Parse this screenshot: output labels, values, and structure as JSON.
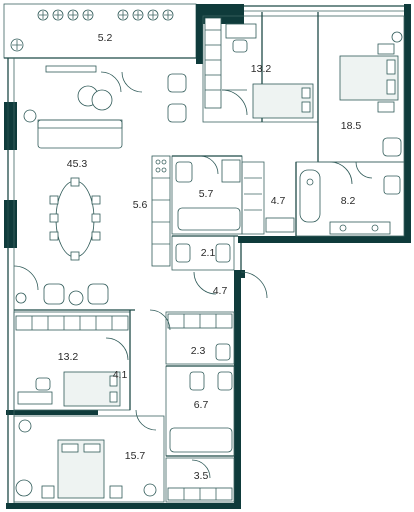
{
  "plan": {
    "rooms": [
      {
        "id": "terrace",
        "area": "5.2"
      },
      {
        "id": "bedroom-top-left",
        "area": "13.2"
      },
      {
        "id": "master-bedroom",
        "area": "18.5"
      },
      {
        "id": "living-kitchen",
        "area": "45.3"
      },
      {
        "id": "hall",
        "area": "5.6"
      },
      {
        "id": "bathroom-a",
        "area": "5.7"
      },
      {
        "id": "dressing-top",
        "area": "4.7"
      },
      {
        "id": "master-bath",
        "area": "8.2"
      },
      {
        "id": "wc-a",
        "area": "2.1"
      },
      {
        "id": "corridor",
        "area": "4.7"
      },
      {
        "id": "bedroom-mid",
        "area": "13.2"
      },
      {
        "id": "wc-b",
        "area": "2.3"
      },
      {
        "id": "closet",
        "area": "4.1"
      },
      {
        "id": "bathroom-b",
        "area": "6.7"
      },
      {
        "id": "bedroom-bottom",
        "area": "15.7"
      },
      {
        "id": "dressing-bottom",
        "area": "3.5"
      }
    ]
  }
}
